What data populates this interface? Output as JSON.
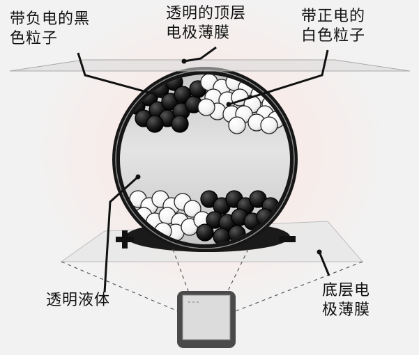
{
  "labels": {
    "black_particles": "带负电的黑\n色粒子",
    "top_electrode": "透明的顶层\n电极薄膜",
    "white_particles": "带正电的\n白色粒子",
    "liquid": "透明液体",
    "bottom_electrode": "底层电\n极薄膜"
  },
  "symbols": {
    "plus": "+",
    "minus": "−"
  },
  "colors": {
    "particle_black": "#111111",
    "particle_white": "#ffffff",
    "capsule_ring": "#1a1a1a",
    "film": "#e6e6e6"
  }
}
